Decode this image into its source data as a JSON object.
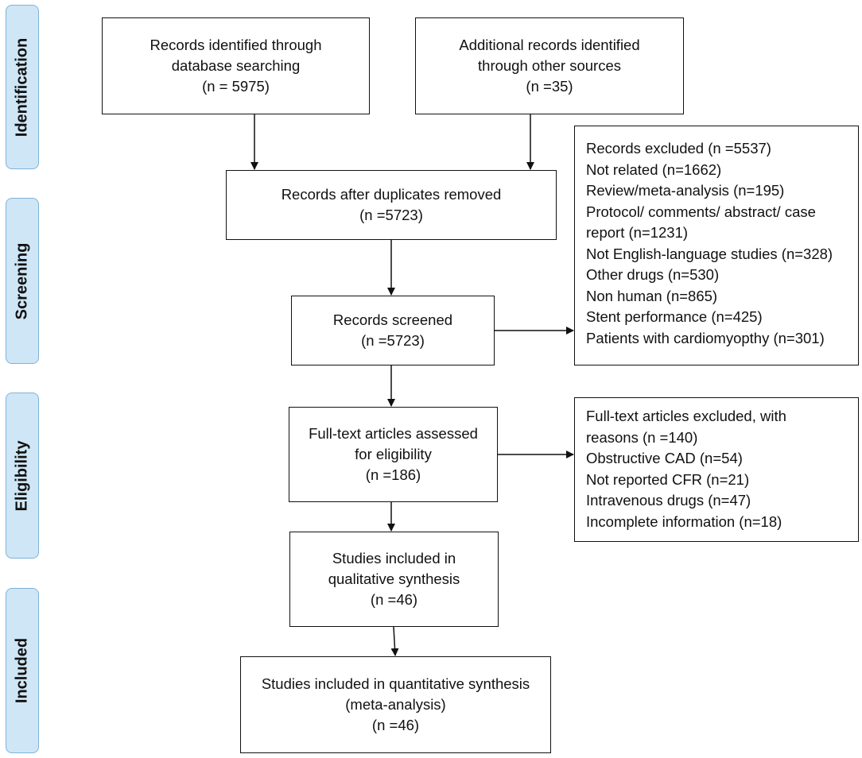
{
  "phases": {
    "identification": "Identification",
    "screening": "Screening",
    "eligibility": "Eligibility",
    "included": "Included"
  },
  "boxes": {
    "database_search": [
      "Records identified through",
      "database searching",
      "(n = 5975)"
    ],
    "other_sources": [
      "Additional records identified",
      "through other sources",
      "(n =35)"
    ],
    "duplicates_removed": [
      "Records after duplicates removed",
      "(n =5723)"
    ],
    "records_screened": [
      "Records screened",
      "(n =5723)"
    ],
    "records_excluded": [
      "Records excluded (n =5537)",
      "Not related (n=1662)",
      "Review/meta-analysis (n=195)",
      "Protocol/ comments/ abstract/ case",
      "report (n=1231)",
      "Not English-language studies (n=328)",
      "Other drugs (n=530)",
      "Non human (n=865)",
      "Stent performance (n=425)",
      "Patients with cardiomyopthy (n=301)"
    ],
    "fulltext_assessed": [
      "Full-text articles assessed",
      "for eligibility",
      "(n =186)"
    ],
    "fulltext_excluded": [
      "Full-text articles excluded, with",
      "reasons (n =140)",
      "Obstructive CAD (n=54)",
      "Not reported CFR (n=21)",
      "Intravenous drugs (n=47)",
      "Incomplete information (n=18)"
    ],
    "qualitative_synthesis": [
      "Studies included in",
      "qualitative synthesis",
      "(n =46)"
    ],
    "quantitative_synthesis": [
      "Studies included in quantitative synthesis",
      "(meta-analysis)",
      "(n =46)"
    ]
  }
}
